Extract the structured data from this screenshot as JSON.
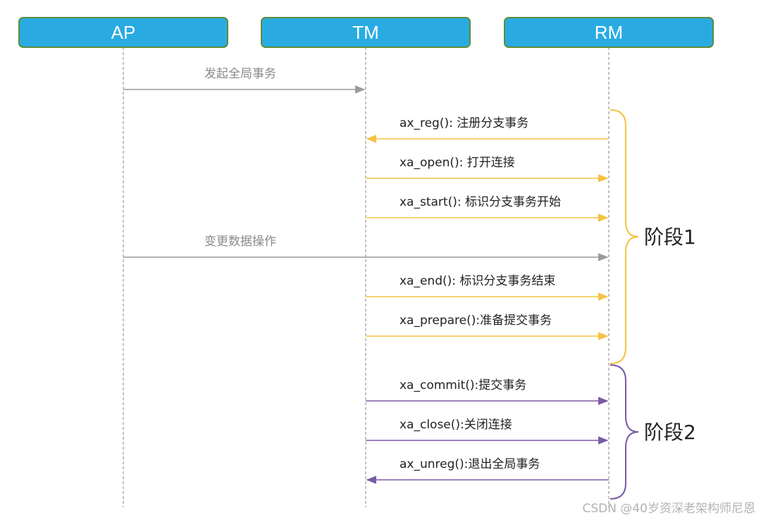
{
  "actors": [
    {
      "id": "ap",
      "label": "AP"
    },
    {
      "id": "tm",
      "label": "TM"
    },
    {
      "id": "rm",
      "label": "RM"
    }
  ],
  "messages": [
    {
      "id": "start-global-tx",
      "from": "ap",
      "to": "tm",
      "label": "发起全局事务",
      "color": "#9a9a9a",
      "text_style": "gray"
    },
    {
      "id": "ax-reg",
      "from": "rm",
      "to": "tm",
      "label": "ax_reg(): 注册分支事务",
      "color": "#f5c242",
      "text_style": "dark"
    },
    {
      "id": "xa-open",
      "from": "tm",
      "to": "rm",
      "label": "xa_open(): 打开连接",
      "color": "#f5c242",
      "text_style": "dark"
    },
    {
      "id": "xa-start",
      "from": "tm",
      "to": "rm",
      "label": "xa_start(): 标识分支事务开始",
      "color": "#f5c242",
      "text_style": "dark"
    },
    {
      "id": "change-data",
      "from": "ap",
      "to": "rm",
      "label": "变更数据操作",
      "color": "#9a9a9a",
      "text_style": "gray"
    },
    {
      "id": "xa-end",
      "from": "tm",
      "to": "rm",
      "label": "xa_end(): 标识分支事务结束",
      "color": "#f5c242",
      "text_style": "dark"
    },
    {
      "id": "xa-prepare",
      "from": "tm",
      "to": "rm",
      "label": "xa_prepare():准备提交事务",
      "color": "#f5c242",
      "text_style": "dark"
    },
    {
      "id": "xa-commit",
      "from": "tm",
      "to": "rm",
      "label": "xa_commit():提交事务",
      "color": "#7b5aa6",
      "text_style": "dark"
    },
    {
      "id": "xa-close",
      "from": "tm",
      "to": "rm",
      "label": "xa_close():关闭连接",
      "color": "#7b5aa6",
      "text_style": "dark"
    },
    {
      "id": "ax-unreg",
      "from": "rm",
      "to": "tm",
      "label": "ax_unreg():退出全局事务",
      "color": "#7b5aa6",
      "text_style": "dark"
    }
  ],
  "phases": [
    {
      "id": "phase-1",
      "label": "阶段1",
      "color": "#f5c242",
      "first_message": 1,
      "last_message": 6
    },
    {
      "id": "phase-2",
      "label": "阶段2",
      "color": "#7b5aa6",
      "first_message": 7,
      "last_message": 9
    }
  ],
  "watermark": "CSDN @40岁资深老架构师尼恩"
}
